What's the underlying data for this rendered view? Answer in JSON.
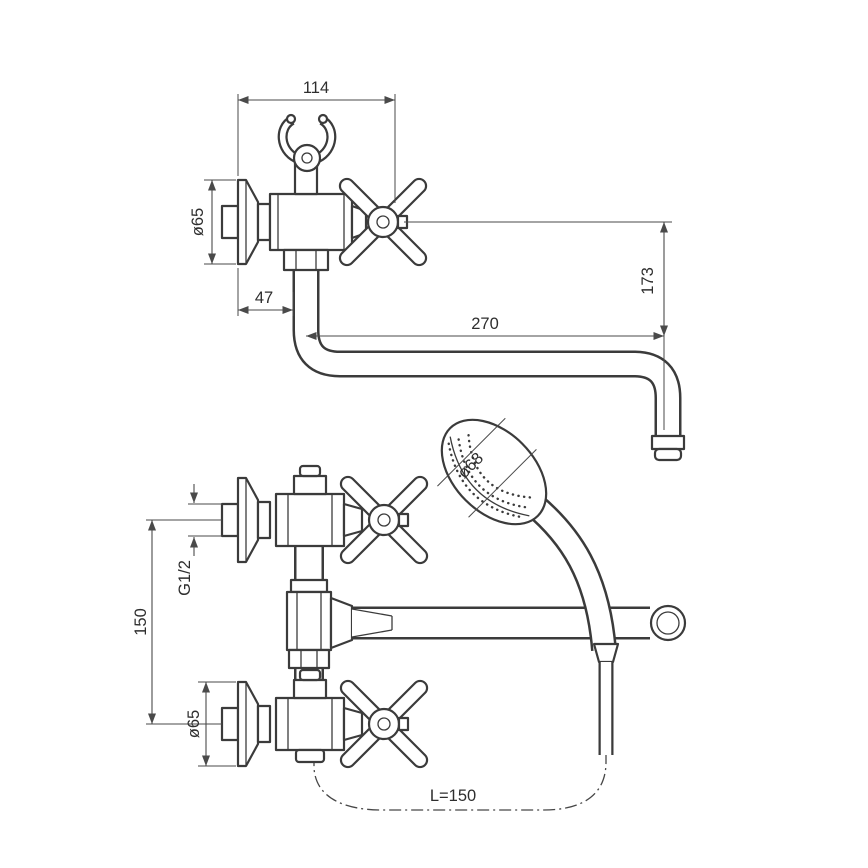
{
  "colors": {
    "line": "#3b3b3b",
    "dimension": "#4a4a4a",
    "background": "#ffffff"
  },
  "top_view": {
    "dim_width": "114",
    "dim_flange": "ø65",
    "dim_offset": "47",
    "dim_reach": "270",
    "dim_height": "173"
  },
  "bottom_view": {
    "dim_head": "ø68",
    "dim_thread": "G1/2",
    "dim_centers": "150",
    "dim_flange": "ø65",
    "dim_hose": "L=150"
  }
}
